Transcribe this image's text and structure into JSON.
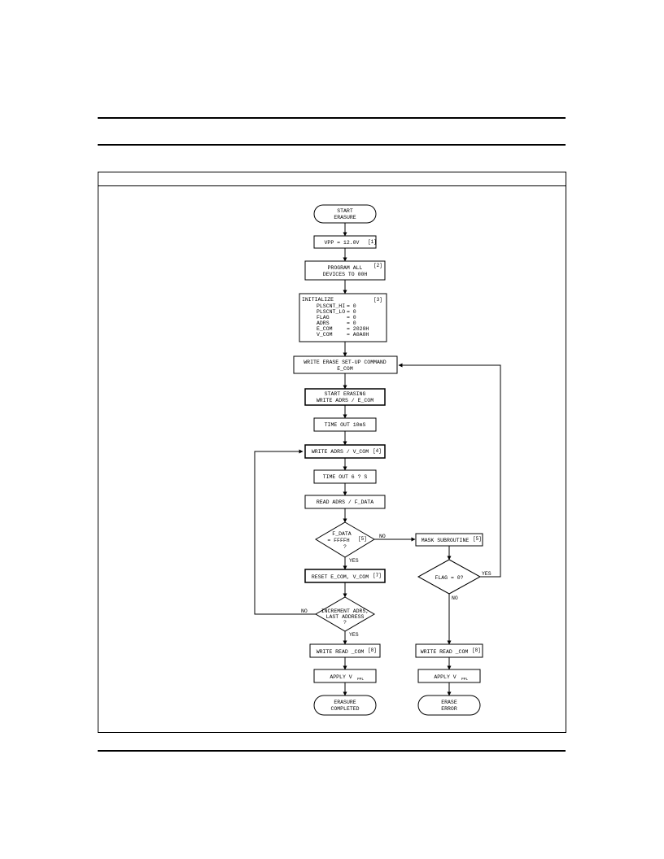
{
  "flowchart": {
    "start": [
      "START",
      "ERASURE"
    ],
    "vpp": "VPP = 12.0V",
    "vpp_ref": "[1]",
    "program_all": [
      "PROGRAM ALL",
      "DEVICES TO 00H"
    ],
    "program_ref": "[2]",
    "initialize": {
      "title": "INITIALIZE",
      "ref": "[3]",
      "vars": [
        {
          "name": "PLSCNT_HI",
          "value": "= 0"
        },
        {
          "name": "PLSCNT_LO",
          "value": "= 0"
        },
        {
          "name": "FLAG",
          "value": "= 0"
        },
        {
          "name": "ADRS",
          "value": "= 0"
        },
        {
          "name": "E_COM",
          "value": "= 2020H"
        },
        {
          "name": "V_COM",
          "value": "= A0A0H"
        }
      ]
    },
    "setup_cmd": [
      "WRITE ERASE SET-UP COMMAND",
      "E_COM"
    ],
    "start_erasing": [
      "START ERASING",
      "WRITE ADRS / E_COM"
    ],
    "timeout1": "TIME OUT 10mS",
    "write_vcom": "WRITE ADRS / V_COM",
    "write_vcom_ref": "[4]",
    "timeout2": "TIME OUT 6 ? S",
    "read_adrs": "READ ADRS / F_DATA",
    "decision1": [
      "F_DATA",
      "= FFFFH",
      "?"
    ],
    "decision1_ref": "[5]",
    "mask": "MASK SUBROUTINE",
    "mask_ref": "[5]",
    "decision2": "FLAG = 0?",
    "reset": "RESET E_COM, V_COM",
    "reset_ref": "[7]",
    "decision3": [
      "INCREMENT ADRS,",
      "LAST ADDRESS",
      "?"
    ],
    "write_read_left": "WRITE READ _COM",
    "write_read_left_ref": "[8]",
    "write_read_right": "WRITE READ _COM",
    "write_read_right_ref": "[8]",
    "apply_left": "APPLY V",
    "apply_left_sub": "PPL",
    "apply_right": "APPLY V",
    "apply_right_sub": "PPL",
    "end_ok": [
      "ERASURE",
      "COMPLETED"
    ],
    "end_err": [
      "ERASE",
      "ERROR"
    ],
    "labels": {
      "yes": "YES",
      "no": "NO"
    }
  }
}
